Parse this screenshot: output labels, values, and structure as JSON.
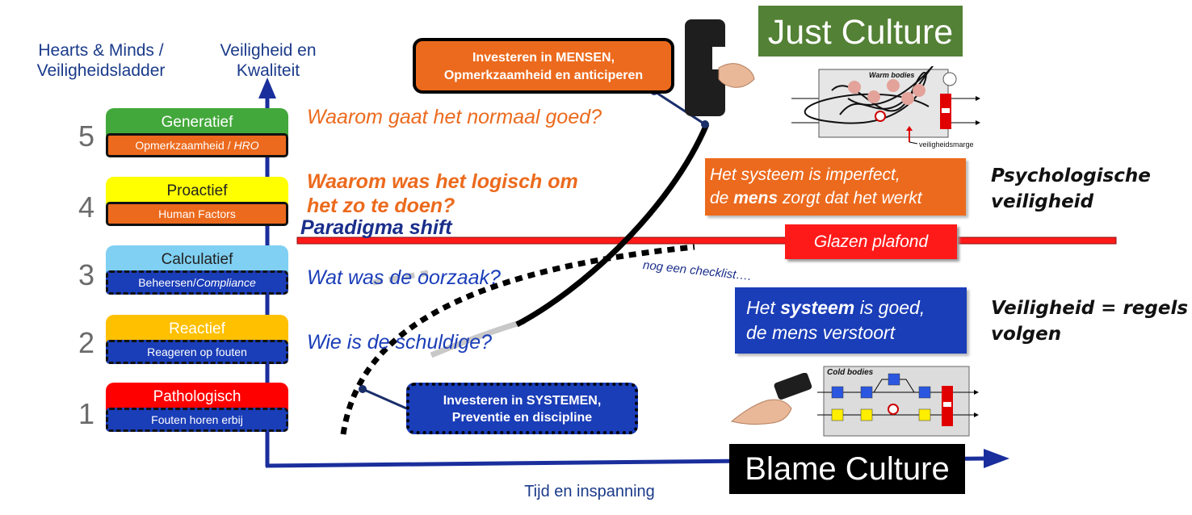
{
  "headers": {
    "left_line1": "Hearts & Minds /",
    "left_line2": "Veiligheidsladder",
    "axis_line1": "Veiligheid en",
    "axis_line2": "Kwaliteit",
    "x_axis": "Tijd en inspanning"
  },
  "levels": [
    {
      "num": "5",
      "name": "Generatief",
      "sub": "Opmerkzaamheid / ",
      "sub_italic": "HRO",
      "color": "#43a83b",
      "sub_color": "#ec6a1d"
    },
    {
      "num": "4",
      "name": "Proactief",
      "sub": "Human Factors",
      "sub_italic": "",
      "color": "#ffff00",
      "sub_color": "#ec6a1d"
    },
    {
      "num": "3",
      "name": "Calculatief",
      "sub": "Beheersen/",
      "sub_italic": "Compliance",
      "color": "#7fd0f2",
      "sub_color": "#1a3db8"
    },
    {
      "num": "2",
      "name": "Reactief",
      "sub": "Reageren op fouten",
      "sub_italic": "",
      "color": "#ffc000",
      "sub_color": "#1a3db8"
    },
    {
      "num": "1",
      "name": "Pathologisch",
      "sub": "Fouten horen erbij",
      "sub_italic": "",
      "color": "#ff0000",
      "sub_color": "#1a3db8"
    }
  ],
  "questions": {
    "q5": "Waarom gaat het normaal goed?",
    "q4_line1": "Waarom was het logisch om",
    "q4_line2": "het zo te doen?",
    "paradigm": "Paradigma shift",
    "q3": "Wat was de oorzaak?",
    "q2": "Wie is de schuldige?",
    "checklist": "nog een checklist…."
  },
  "boxes": {
    "mensen_line1": "Investeren in MENSEN,",
    "mensen_line2": "Opmerkzaamheid en anticiperen",
    "systemen_line1": "Investeren in SYSTEMEN,",
    "systemen_line2": "Preventie en discipline",
    "glazen": "Glazen plafond",
    "just_culture": "Just Culture",
    "blame_culture": "Blame Culture",
    "imperfect_line1": "Het systeem is imperfect,",
    "imperfect_line2_pre": "de ",
    "imperfect_line2_bold": "mens",
    "imperfect_line2_post": " zorgt dat het werkt",
    "goed_line1_pre": "Het ",
    "goed_line1_bold": "systeem",
    "goed_line1_post": " is goed,",
    "goed_line2": "de mens verstoort"
  },
  "notes": {
    "psych_line1": "Psychologische",
    "psych_line2": "veiligheid",
    "regels_line1": "Veiligheid = regels",
    "regels_line2": "volgen"
  },
  "images": {
    "warm_bodies": "Warm bodies",
    "marge": "veiligheidsmarge",
    "cold_bodies": "Cold bodies"
  },
  "colors": {
    "navy": "#1a3a8a",
    "orange": "#ec6a1d",
    "blue_box": "#1a3db8",
    "red": "#ff0000",
    "green": "#538135"
  }
}
